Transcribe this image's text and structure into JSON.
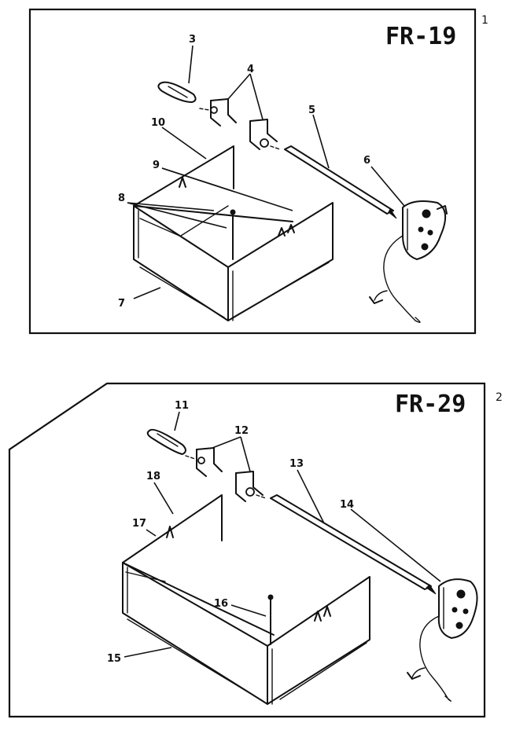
{
  "panels": [
    {
      "model": "FR-19",
      "figure_number": "1",
      "callouts": [
        "3",
        "4",
        "5",
        "6",
        "7",
        "8",
        "9",
        "10"
      ]
    },
    {
      "model": "FR-29",
      "figure_number": "2",
      "callouts": [
        "11",
        "12",
        "13",
        "14",
        "15",
        "16",
        "17",
        "18"
      ]
    }
  ]
}
